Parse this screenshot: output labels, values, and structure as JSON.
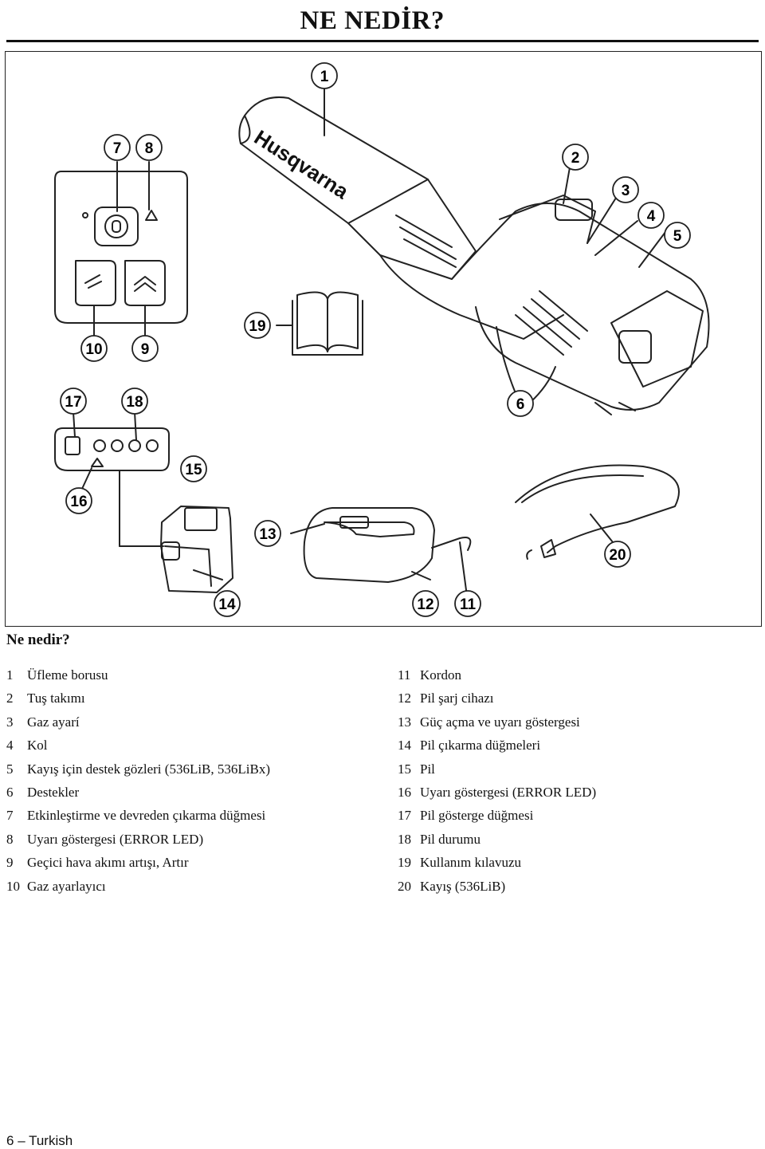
{
  "header": {
    "title": "NE NEDİR?"
  },
  "figure": {
    "callouts": [
      "1",
      "2",
      "3",
      "4",
      "5",
      "6",
      "7",
      "8",
      "9",
      "10",
      "11",
      "12",
      "13",
      "14",
      "15",
      "16",
      "17",
      "18",
      "19",
      "20"
    ],
    "brand": "Husqvarna"
  },
  "section": {
    "heading": "Ne nedir?"
  },
  "parts_left": [
    {
      "num": "1",
      "label": "Üfleme borusu"
    },
    {
      "num": "2",
      "label": "Tuş takımı"
    },
    {
      "num": "3",
      "label": "Gaz ayarí"
    },
    {
      "num": "4",
      "label": "Kol"
    },
    {
      "num": "5",
      "label": "Kayış için destek gözleri (536LiB, 536LiBx)"
    },
    {
      "num": "6",
      "label": "Destekler"
    },
    {
      "num": "7",
      "label": "Etkinleştirme ve devreden çıkarma düğmesi"
    },
    {
      "num": "8",
      "label": "Uyarı göstergesi (ERROR LED)"
    },
    {
      "num": "9",
      "label": "Geçici hava akımı artışı, Artır"
    },
    {
      "num": "10",
      "label": "Gaz ayarlayıcı"
    }
  ],
  "parts_right": [
    {
      "num": "11",
      "label": "Kordon"
    },
    {
      "num": "12",
      "label": "Pil şarj cihazı"
    },
    {
      "num": "13",
      "label": "Güç açma ve uyarı göstergesi"
    },
    {
      "num": "14",
      "label": "Pil çıkarma düğmeleri"
    },
    {
      "num": "15",
      "label": "Pil"
    },
    {
      "num": "16",
      "label": "Uyarı göstergesi (ERROR LED)"
    },
    {
      "num": "17",
      "label": "Pil gösterge düğmesi"
    },
    {
      "num": "18",
      "label": "Pil durumu"
    },
    {
      "num": "19",
      "label": "Kullanım kılavuzu"
    },
    {
      "num": "20",
      "label": "Kayış (536LiB)"
    }
  ],
  "footer": {
    "page_number": "6",
    "separator": "–",
    "language": "Turkish"
  }
}
